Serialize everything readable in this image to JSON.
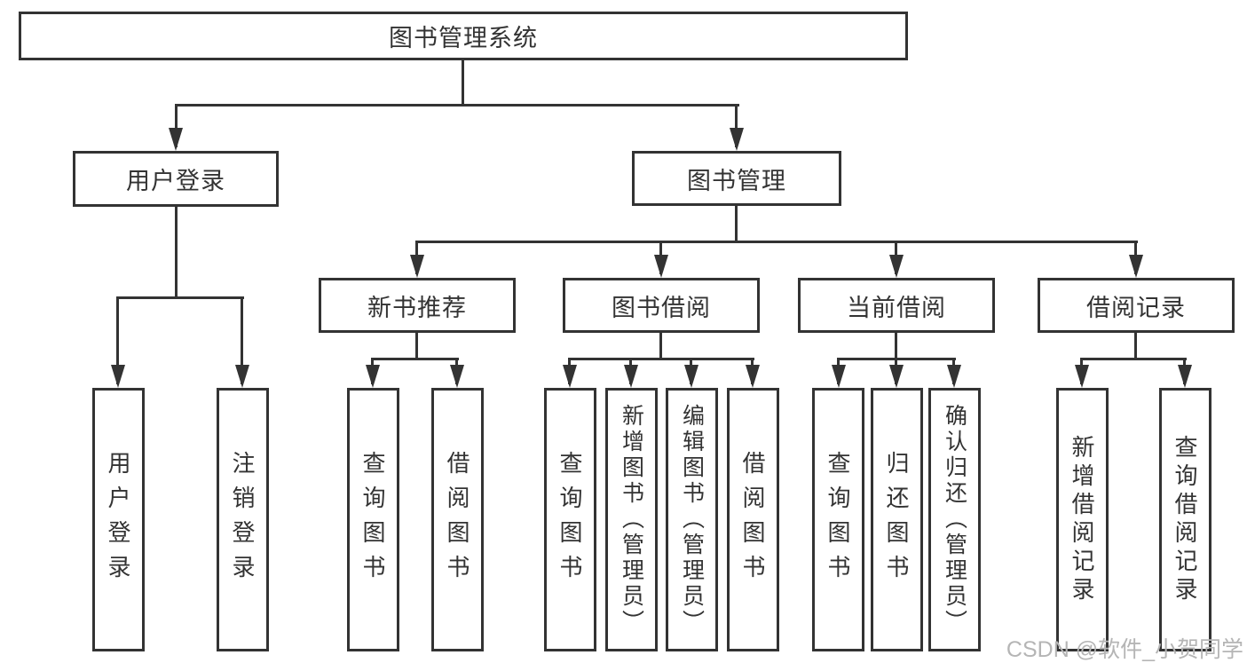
{
  "page": {
    "watermark": "CSDN @软件_小贺同学"
  },
  "colors": {
    "line": "#333333",
    "text": "#333333",
    "watermark": "#b5b5b5",
    "background": "#ffffff"
  },
  "tree": {
    "label": "图书管理系统",
    "children": [
      {
        "label": "用户登录",
        "children": [
          {
            "label": "用户登录"
          },
          {
            "label": "注销登录"
          }
        ]
      },
      {
        "label": "图书管理",
        "children": [
          {
            "label": "新书推荐",
            "children": [
              {
                "label": "查询图书"
              },
              {
                "label": "借阅图书"
              }
            ]
          },
          {
            "label": "图书借阅",
            "children": [
              {
                "label": "查询图书"
              },
              {
                "label": "新增图书（管理员）"
              },
              {
                "label": "编辑图书（管理员）"
              },
              {
                "label": "借阅图书"
              }
            ]
          },
          {
            "label": "当前借阅",
            "children": [
              {
                "label": "查询图书"
              },
              {
                "label": "归还图书"
              },
              {
                "label": "确认归还（管理员）"
              }
            ]
          },
          {
            "label": "借阅记录",
            "children": [
              {
                "label": "新增借阅记录"
              },
              {
                "label": "查询借阅记录"
              }
            ]
          }
        ]
      }
    ]
  }
}
